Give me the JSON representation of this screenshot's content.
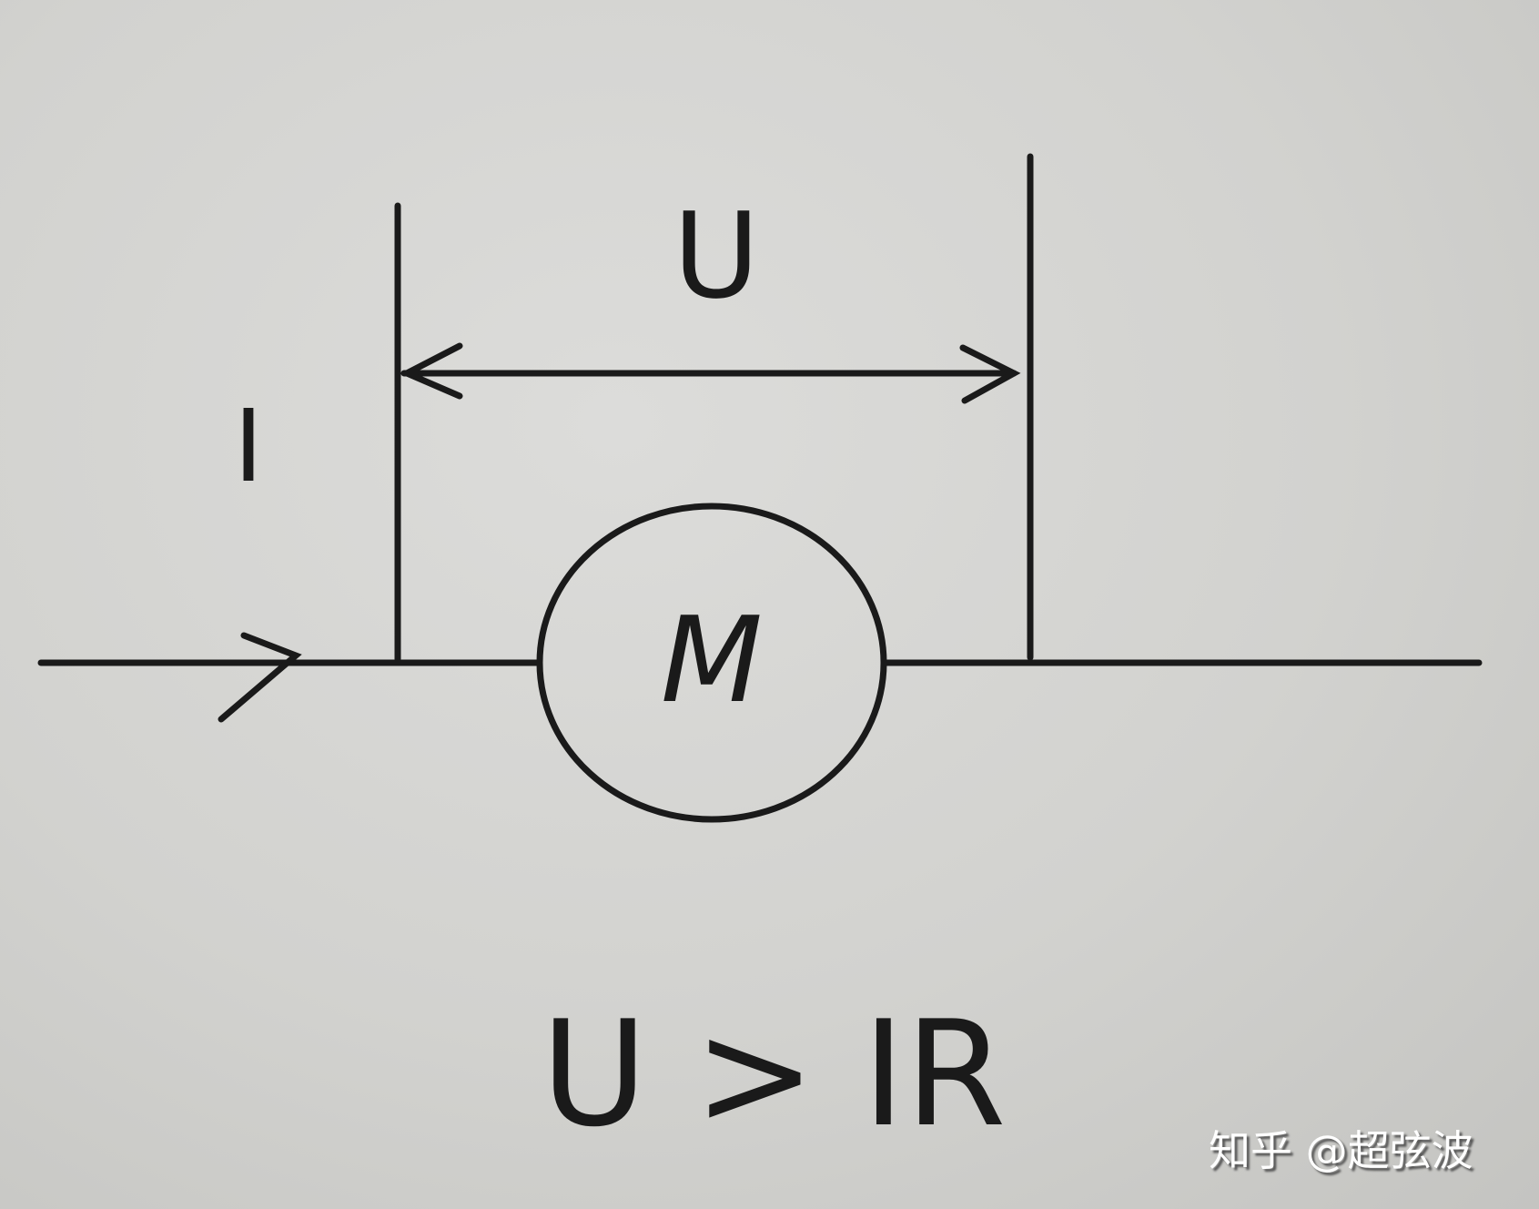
{
  "diagram": {
    "voltage_label": "U",
    "current_label": "I",
    "motor_label": "M",
    "equation": "U > IR",
    "ink_color": "#1a1a1a",
    "paper_color": "#d3d3d0"
  },
  "watermark": "知乎 @超弦波"
}
